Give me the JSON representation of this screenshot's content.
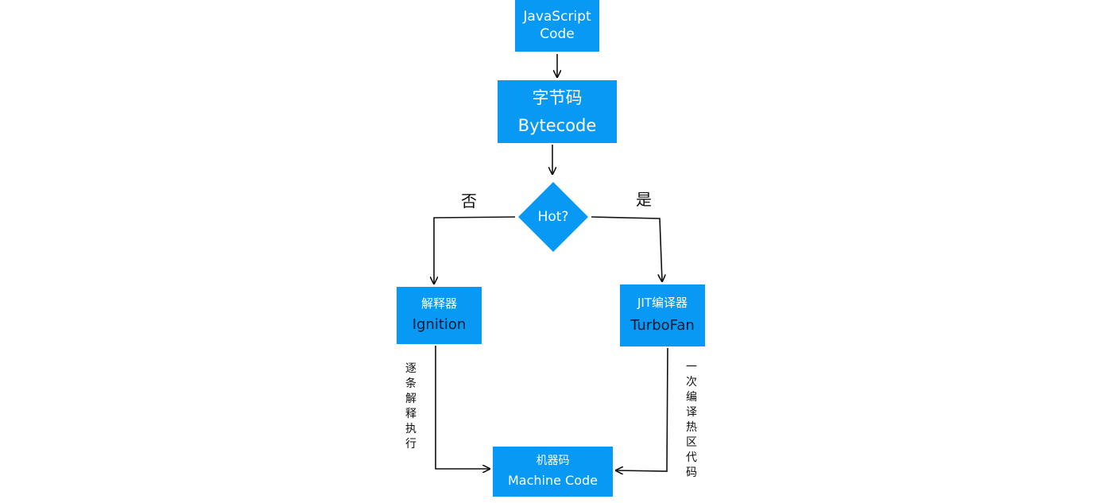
{
  "nodes": {
    "js_code": {
      "line1": "JavaScript",
      "line2": "Code"
    },
    "bytecode": {
      "line1": "字节码",
      "line2": "Bytecode"
    },
    "decision": {
      "label": "Hot?"
    },
    "ignition": {
      "line1": "解释器",
      "line2": "Ignition"
    },
    "turbofan": {
      "line1": "JIT编译器",
      "line2": "TurboFan"
    },
    "machine_code": {
      "line1": "机器码",
      "line2": "Machine Code"
    }
  },
  "edges": {
    "no_label": "否",
    "yes_label": "是",
    "ignition_note": "逐条解释执行",
    "turbofan_note": "一次编译热区代码"
  },
  "colors": {
    "node_fill": "#0799f4",
    "node_text": "#ffffff",
    "dark_text": "#0b1a33",
    "line": "#111111"
  }
}
